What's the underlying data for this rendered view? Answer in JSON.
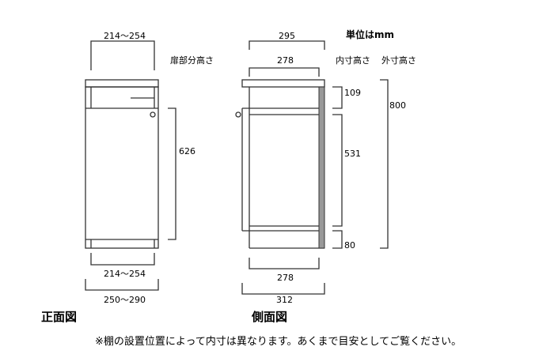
{
  "unit_label": "単位はmm",
  "front": {
    "title": "正面図",
    "top_width": "214～254",
    "door_height_label": "扉部分高さ",
    "door_height": "626",
    "inner_width": "214～254",
    "outer_width": "250～290"
  },
  "side": {
    "title": "側面図",
    "top_depth": "295",
    "inner_depth_top": "278",
    "inner_depth_bottom": "278",
    "outer_depth": "312",
    "inner_height_label": "内寸高さ",
    "outer_height_label": "外寸高さ",
    "inner_heights": [
      "109",
      "531",
      "80"
    ],
    "outer_height": "800"
  },
  "note": "※棚の設置位置によって内寸は異なります。あくまで目安としてご覧ください。",
  "colors": {
    "line": "#333333",
    "back_panel": "#999999"
  }
}
